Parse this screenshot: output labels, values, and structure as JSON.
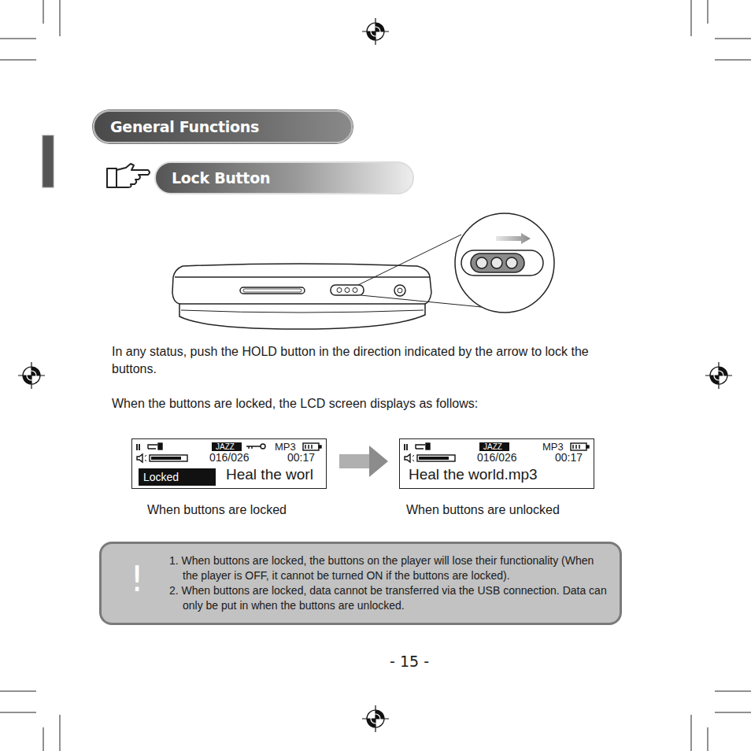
{
  "diagram": {
    "nodes": [
      {
        "text": [
          "General Functions"
        ]
      },
      {
        "text": [
          "Lock Button"
        ]
      },
      {
        "text": [
          "016/026",
          "00:17",
          "MP3",
          "Heal the worl"
        ]
      },
      {
        "text": [
          "JAZZ"
        ],
        "in": 2
      },
      {
        "text": [
          "Locked"
        ],
        "in": 2
      },
      {
        "text": [
          "016/026",
          "00:17",
          "MP3",
          "Heal the world.mp3"
        ]
      },
      {
        "text": [
          "JAZZ"
        ],
        "in": 5
      },
      {
        "text": [
          "1. When buttons are locked, the buttons on the player will lose their functionality (When the player is OFF, it cannot be turned ON if the buttons are locked).",
          "2. When buttons are locked, data cannot be transferred via the USB connection. Data can only be put in when the buttons are unlocked."
        ]
      }
    ],
    "edges": [
      {
        "from": 2,
        "to": 5,
        "arrow": "to"
      }
    ],
    "labels": [
      "In any status, push the HOLD button in the direction indicated by the arrow to lock the buttons.",
      "When the buttons are locked, the LCD screen displays as follows:",
      "When buttons are locked",
      "When buttons are unlocked",
      "!",
      "- 15 -"
    ]
  }
}
